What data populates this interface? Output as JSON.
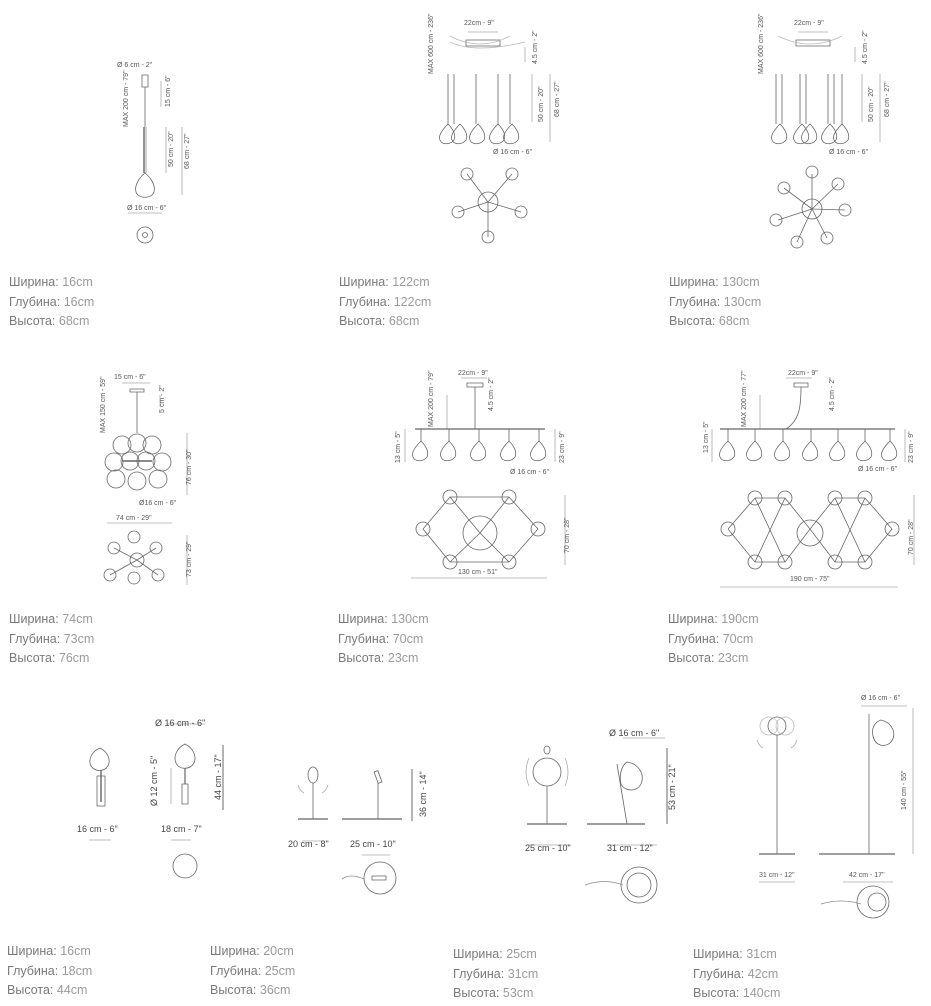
{
  "labels": {
    "width": "Ширина:",
    "depth": "Глубина:",
    "height": "Высота:"
  },
  "products": [
    {
      "id": "p1",
      "width": "16cm",
      "depth": "16cm",
      "height": "68cm",
      "dims": [
        "Ø 6 cm - 2\"",
        "MAX 200 cm - 79\"",
        "15 cm - 6\"",
        "50 cm - 20\"",
        "68 cm - 27\"",
        "Ø 16 cm - 6\""
      ]
    },
    {
      "id": "p2",
      "width": "122cm",
      "depth": "122cm",
      "height": "68cm",
      "dims": [
        "22cm - 9\"",
        "MAX 600 cm - 236\"",
        "4.5 cm - 2\"",
        "50 cm - 20\"",
        "68 cm - 27\"",
        "Ø 16 cm - 6\""
      ]
    },
    {
      "id": "p3",
      "width": "130cm",
      "depth": "130cm",
      "height": "68cm",
      "dims": [
        "22cm - 9\"",
        "MAX 600 cm - 236\"",
        "4.5 cm - 2\"",
        "50 cm - 20\"",
        "68 cm - 27\"",
        "Ø 16 cm - 6\""
      ]
    },
    {
      "id": "p4",
      "width": "74cm",
      "depth": "73cm",
      "height": "76cm",
      "dims": [
        "15 cm - 6\"",
        "MAX 150 cm - 59\"",
        "5 cm - 2\"",
        "76 cm - 30\"",
        "Ø16 cm - 6\"",
        "74 cm - 29\"",
        "73 cm - 29\""
      ]
    },
    {
      "id": "p5",
      "width": "130cm",
      "depth": "70cm",
      "height": "23cm",
      "dims": [
        "22cm - 9\"",
        "MAX 200 cm - 79\"",
        "4.5 cm - 2\"",
        "13 cm - 5\"",
        "23 cm - 9\"",
        "Ø 16 cm - 6\"",
        "70 cm - 28\"",
        "130 cm - 51\""
      ]
    },
    {
      "id": "p6",
      "width": "190cm",
      "depth": "70cm",
      "height": "23cm",
      "dims": [
        "22cm - 9\"",
        "MAX 200 cm - 77\"",
        "4.5 cm - 2\"",
        "13 cm - 5\"",
        "23 cm - 9\"",
        "Ø 16 cm - 6\"",
        "70 cm - 28\"",
        "190 cm - 75\""
      ]
    },
    {
      "id": "p7",
      "width": "16cm",
      "depth": "18cm",
      "height": "44cm",
      "dims": [
        "Ø 16 cm - 6\"",
        "Ø 12 cm - 5\"",
        "44 cm - 17\"",
        "16 cm - 6\"",
        "18 cm - 7\""
      ]
    },
    {
      "id": "p8",
      "width": "20cm",
      "depth": "25cm",
      "height": "36cm",
      "dims": [
        "36 cm - 14\"",
        "20 cm - 8\"",
        "25 cm - 10\""
      ]
    },
    {
      "id": "p9",
      "width": "25cm",
      "depth": "31cm",
      "height": "53cm",
      "dims": [
        "Ø 16 cm - 6\"",
        "53 cm - 21\"",
        "25 cm - 10\"",
        "31 cm - 12\""
      ]
    },
    {
      "id": "p10",
      "width": "31cm",
      "depth": "42cm",
      "height": "140cm",
      "dims": [
        "Ø 16 cm - 6\"",
        "140 cm - 55\"",
        "31 cm - 12\"",
        "42 cm - 17\""
      ]
    }
  ]
}
